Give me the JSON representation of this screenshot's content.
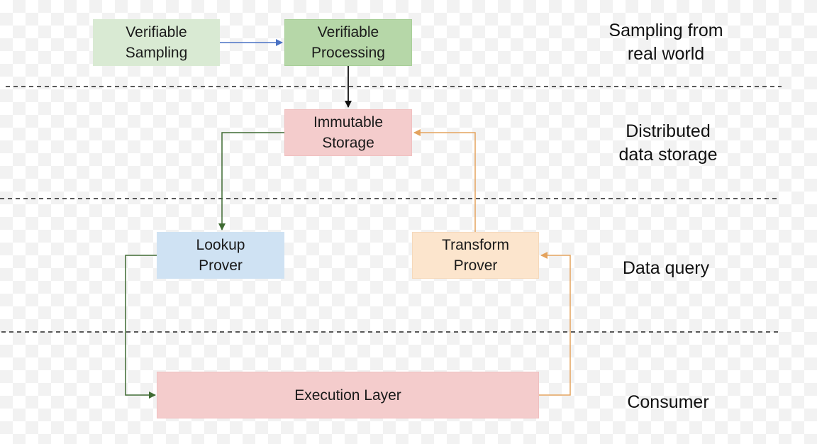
{
  "nodes": {
    "verifiable_sampling": {
      "text": "Verifiable\nSampling",
      "fill": "#d9ead3",
      "border": "#d9ead3"
    },
    "verifiable_processing": {
      "text": "Verifiable\nProcessing",
      "fill": "#b6d7a8",
      "border": "#a8cf98"
    },
    "immutable_storage": {
      "text": "Immutable\nStorage",
      "fill": "#f4cccc",
      "border": "#f0c0c0"
    },
    "lookup_prover": {
      "text": "Lookup\nProver",
      "fill": "#cfe2f3",
      "border": "#cfe2f3"
    },
    "transform_prover": {
      "text": "Transform\nProver",
      "fill": "#fce5cd",
      "border": "#f6d9bb"
    },
    "execution_layer": {
      "text": "Execution Layer",
      "fill": "#f4cccc",
      "border": "#f0c0c0"
    }
  },
  "sections": {
    "sampling": "Sampling from\nreal world",
    "storage": "Distributed\ndata storage",
    "query": "Data query",
    "consumer": "Consumer"
  },
  "colors": {
    "arrow_blue": "#4a72c4",
    "arrow_black": "#111111",
    "arrow_green": "#3f6b33",
    "arrow_orange": "#e4a35e",
    "divider": "#222222"
  }
}
